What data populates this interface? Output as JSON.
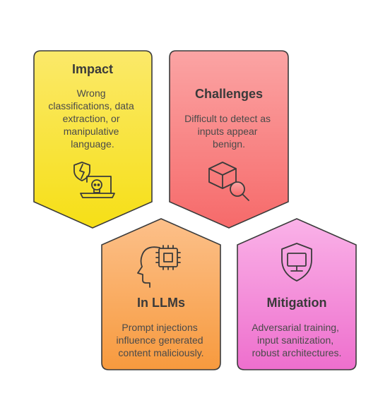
{
  "cards": [
    {
      "id": "impact",
      "title": "Impact",
      "lines": [
        "Wrong",
        "classifications, data",
        "extraction, or",
        "manipulative",
        "language."
      ],
      "icon": "shield-laptop-skull-icon",
      "gradient": [
        "#fbe96a",
        "#f6df16"
      ]
    },
    {
      "id": "challenges",
      "title": "Challenges",
      "lines": [
        "Difficult to detect as",
        "inputs appear",
        "benign."
      ],
      "icon": "cube-magnifier-icon",
      "gradient": [
        "#fba4a4",
        "#f66a6a"
      ]
    },
    {
      "id": "in-llms",
      "title": "In LLMs",
      "lines": [
        "Prompt injections",
        "influence generated",
        "content maliciously."
      ],
      "icon": "head-chip-icon",
      "gradient": [
        "#fcba7c",
        "#f79a3e"
      ]
    },
    {
      "id": "mitigation",
      "title": "Mitigation",
      "lines": [
        "Adversarial training,",
        "input sanitization,",
        "robust architectures."
      ],
      "icon": "shield-monitor-icon",
      "gradient": [
        "#f9a9e4",
        "#ef74cf"
      ]
    }
  ],
  "colors": {
    "stroke": "#3b3b3b",
    "text": "#3a3a3a"
  }
}
